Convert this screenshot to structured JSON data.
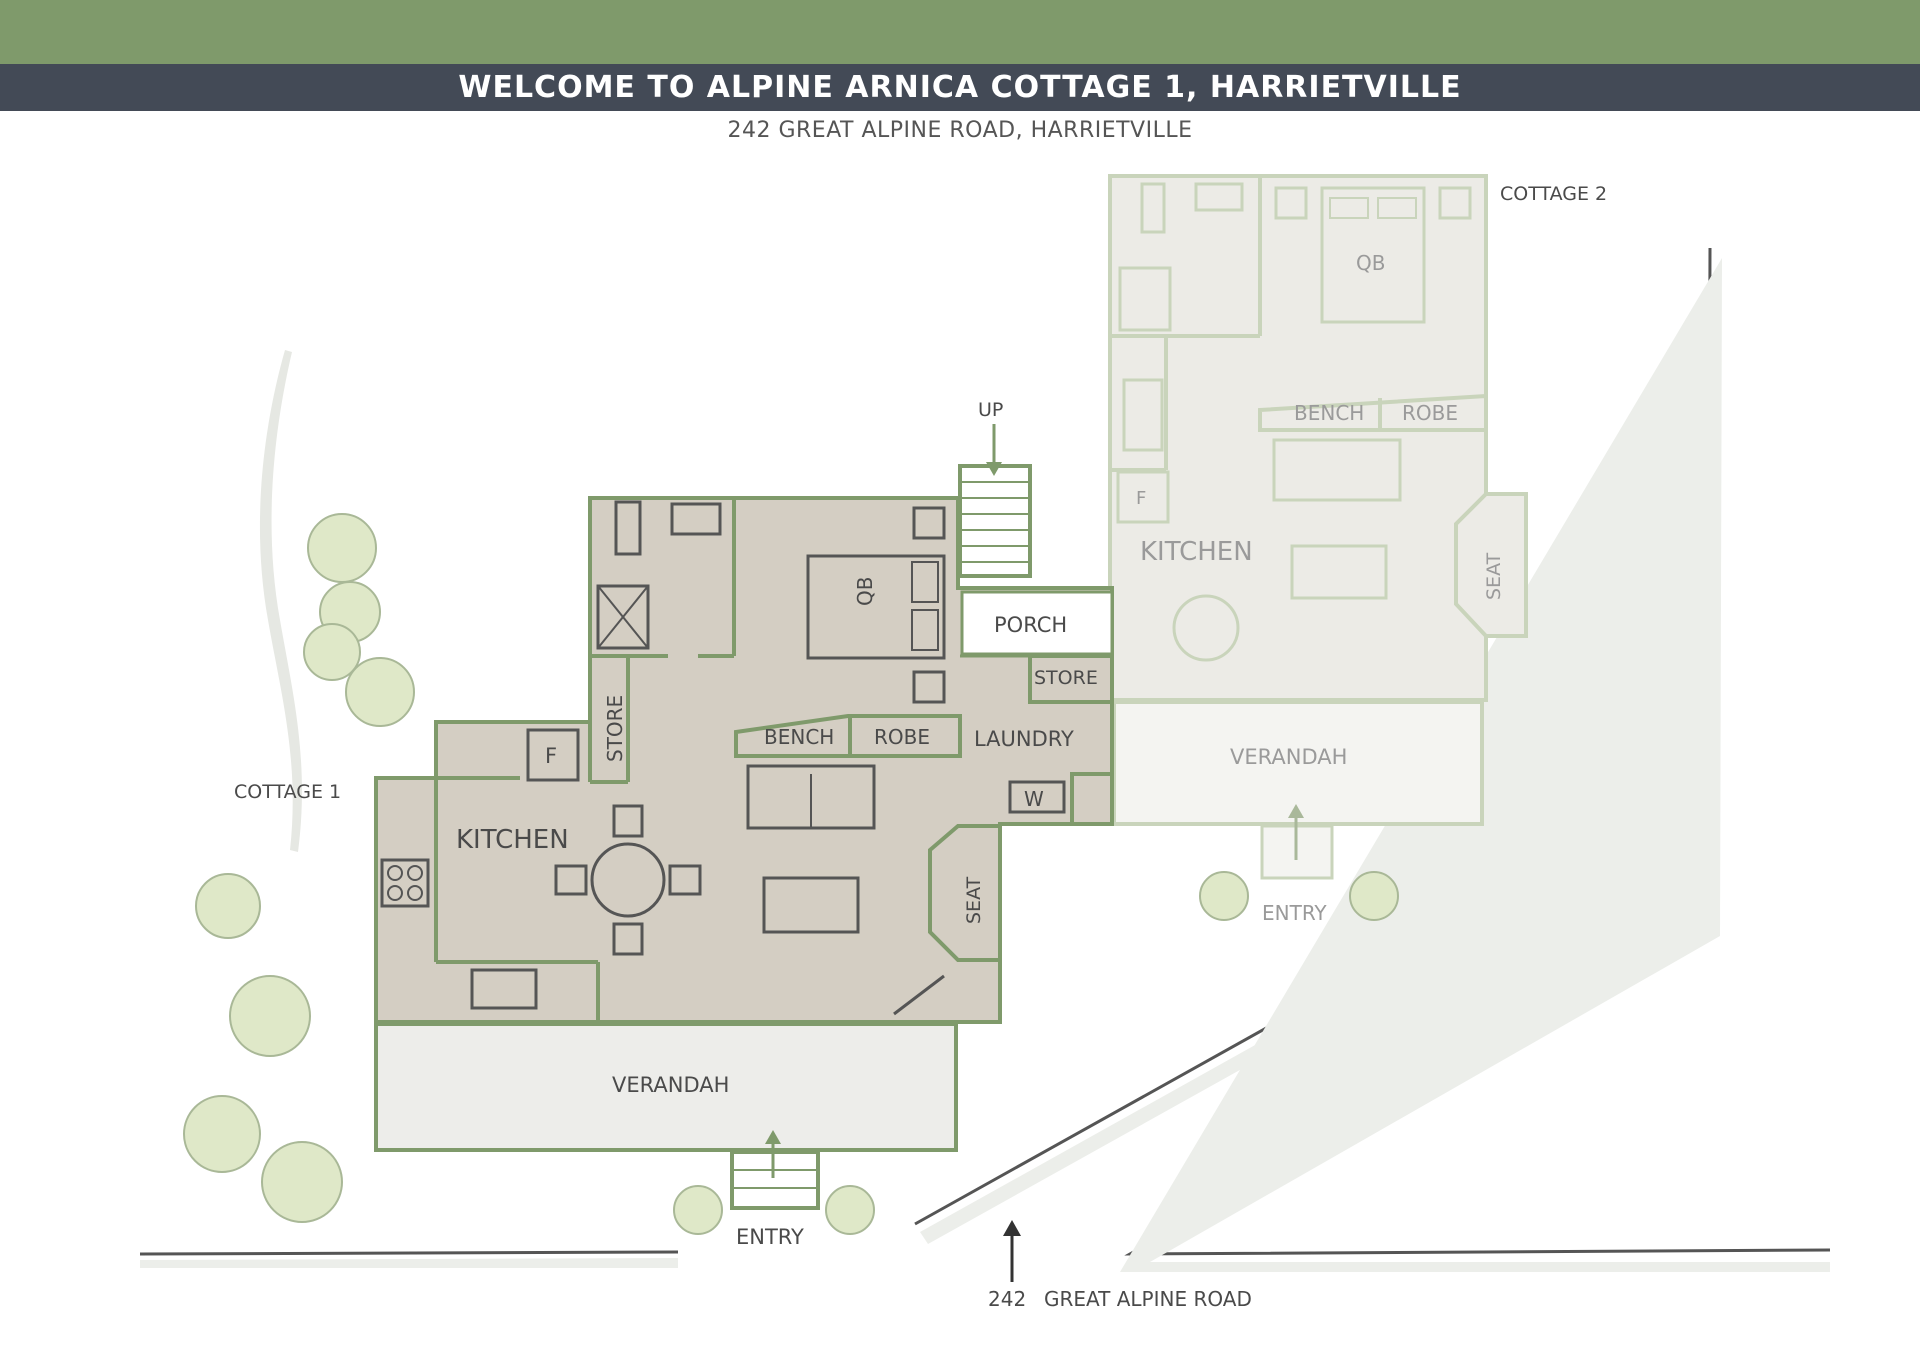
{
  "header": {
    "title": "WELCOME TO ALPINE ARNICA COTTAGE 1, HARRIETVILLE",
    "address": "242 GREAT ALPINE ROAD, HARRIETVILLE"
  },
  "cottage1": {
    "name": "COTTAGE 1",
    "kitchen": "KITCHEN",
    "fridge": "F",
    "store": "STORE",
    "bed": "QB",
    "bench": "BENCH",
    "robe": "ROBE",
    "laundry": "LAUNDRY",
    "washer": "W",
    "porch": "PORCH",
    "store2": "STORE",
    "seat": "SEAT",
    "verandah": "VERANDAH",
    "entry": "ENTRY",
    "up": "UP"
  },
  "cottage2": {
    "name": "COTTAGE 2",
    "bed": "QB",
    "bench": "BENCH",
    "robe": "ROBE",
    "fridge": "F",
    "kitchen": "KITCHEN",
    "seat": "SEAT",
    "verandah": "VERANDAH",
    "entry": "ENTRY"
  },
  "road": {
    "number": "242",
    "name": "GREAT ALPINE ROAD"
  },
  "colors": {
    "top_band": "#7f9a6b",
    "title_bar": "#434a56",
    "cottage1_fill": "#d4cec3",
    "cottage1_wall": "#7f9a6b",
    "cottage2_fill": "#ecebe6",
    "cottage2_wall": "#c9d4bb"
  }
}
